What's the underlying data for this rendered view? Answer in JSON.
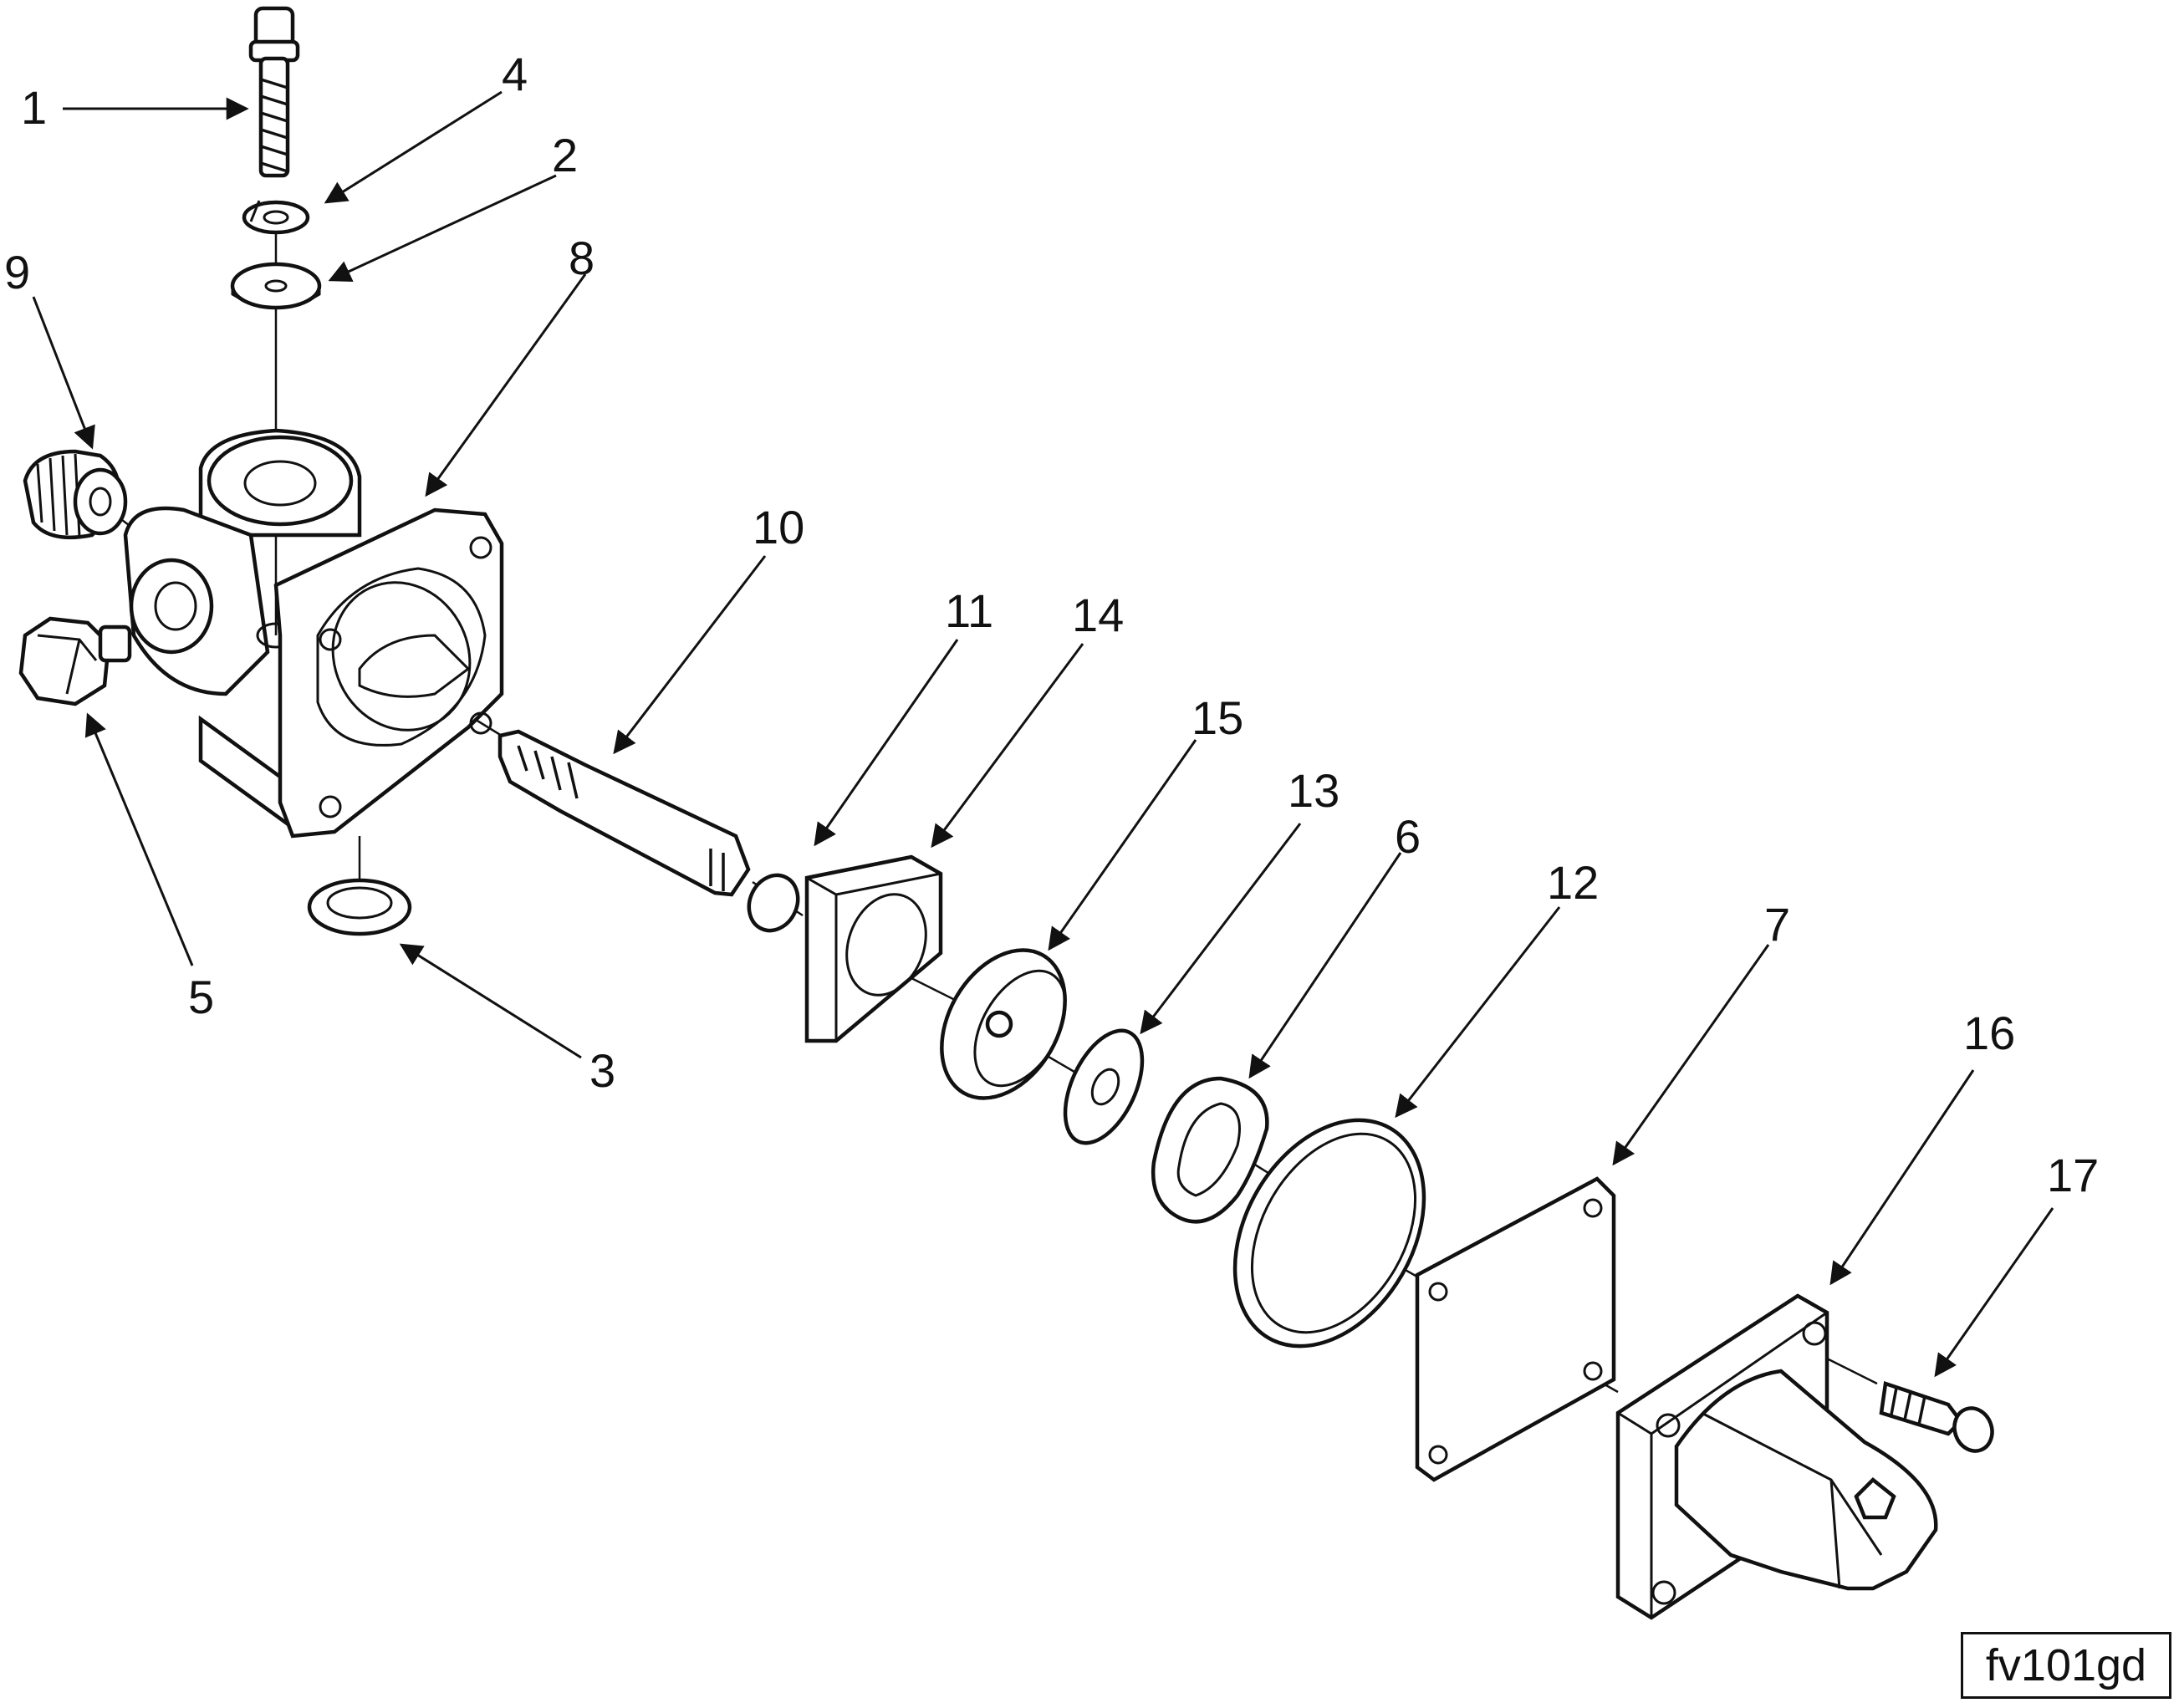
{
  "figure": {
    "code": "fv101gd"
  },
  "callouts": [
    "1",
    "2",
    "3",
    "4",
    "5",
    "6",
    "7",
    "8",
    "9",
    "10",
    "11",
    "12",
    "13",
    "14",
    "15",
    "16",
    "17"
  ]
}
